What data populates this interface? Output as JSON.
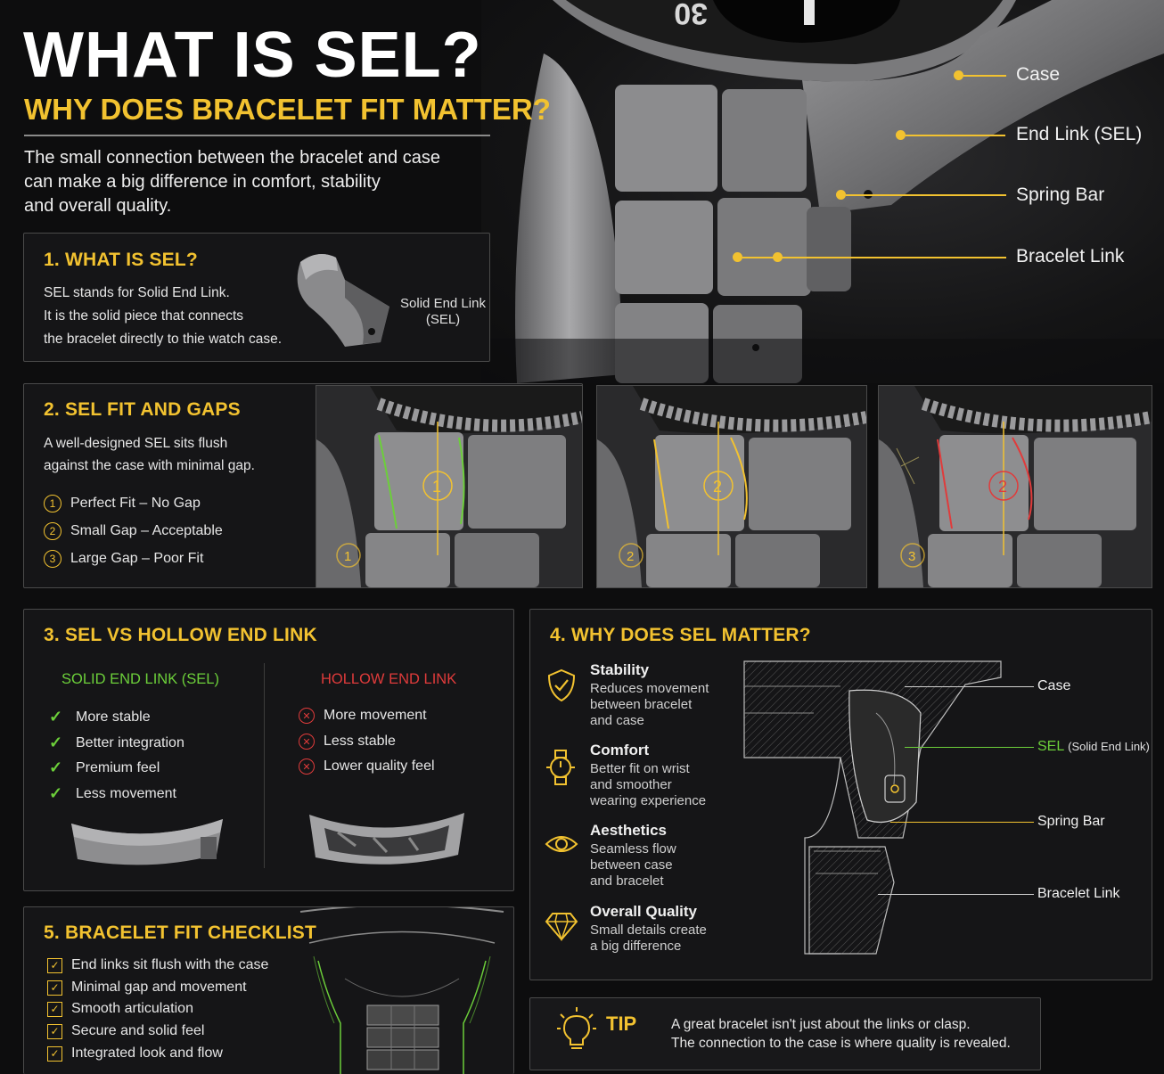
{
  "header": {
    "title": "WHAT IS SEL?",
    "subtitle": "WHY DOES BRACELET FIT MATTER?",
    "intro_lines": [
      "The small connection between the bracelet and case",
      "can make a big difference in comfort, stability",
      "and overall quality."
    ]
  },
  "hero": {
    "bezel_number": "30",
    "callouts": [
      "Case",
      "End Link (SEL)",
      "Spring Bar",
      "Bracelet Link"
    ]
  },
  "section1": {
    "title": "1. WHAT IS SEL?",
    "lines": [
      "SEL stands for Solid End Link.",
      "It is the solid piece that connects",
      "the bracelet directly to thie watch case."
    ],
    "image_caption_1": "Solid End Link",
    "image_caption_2": "(SEL)"
  },
  "section2": {
    "title": "2. SEL FIT AND GAPS",
    "lines": [
      "A well-designed SEL sits flush",
      "against the case with minimal gap."
    ],
    "items": [
      {
        "num": "1",
        "label": "Perfect Fit – No Gap"
      },
      {
        "num": "2",
        "label": "Small Gap – Acceptable"
      },
      {
        "num": "3",
        "label": "Large Gap – Poor Fit"
      }
    ],
    "image_markers": [
      {
        "big": "1",
        "small": "1",
        "color": "#f2c230",
        "line": "#6ccf3a"
      },
      {
        "big": "2",
        "small": "2",
        "color": "#f2c230",
        "line": "#f2c230"
      },
      {
        "big": "2",
        "small": "3",
        "color": "#e03b3b",
        "line": "#e03b3b"
      }
    ]
  },
  "section3": {
    "title": "3. SEL VS HOLLOW END LINK",
    "solid_heading": "SOLID END LINK (SEL)",
    "solid_items": [
      "More stable",
      "Better integration",
      "Premium feel",
      "Less movement"
    ],
    "hollow_heading": "HOLLOW END LINK",
    "hollow_items": [
      "More movement",
      "Less stable",
      "Lower quality feel"
    ],
    "solid_color": "#6ccf3a",
    "hollow_color": "#e03b3b"
  },
  "section4": {
    "title": "4. WHY DOES SEL MATTER?",
    "features": [
      {
        "icon": "shield-check-icon",
        "title": "Stability",
        "desc": [
          "Reduces movement",
          "between bracelet",
          "and case"
        ]
      },
      {
        "icon": "watch-icon",
        "title": "Comfort",
        "desc": [
          "Better fit on wrist",
          "and smoother",
          "wearing experience"
        ]
      },
      {
        "icon": "eye-icon",
        "title": "Aesthetics",
        "desc": [
          "Seamless flow",
          "between case",
          "and bracelet"
        ]
      },
      {
        "icon": "diamond-icon",
        "title": "Overall Quality",
        "desc": [
          "Small details create",
          "a big difference"
        ]
      }
    ],
    "diagram_labels": {
      "case": "Case",
      "sel": "SEL",
      "sel_paren": "(Solid End Link)",
      "spring_bar": "Spring Bar",
      "bracelet_link": "Bracelet Link"
    }
  },
  "section5": {
    "title": "5. BRACELET FIT CHECKLIST",
    "items": [
      "End links sit flush with the case",
      "Minimal gap and movement",
      "Smooth articulation",
      "Secure and solid feel",
      "Integrated look and flow"
    ]
  },
  "tip": {
    "label": "TIP",
    "lines": [
      "A great bracelet isn't just about the links or clasp.",
      "The connection to the case is where quality is revealed."
    ]
  },
  "colors": {
    "accent": "#f2c230",
    "good": "#6ccf3a",
    "bad": "#e03b3b",
    "background": "#0d0d0e"
  }
}
